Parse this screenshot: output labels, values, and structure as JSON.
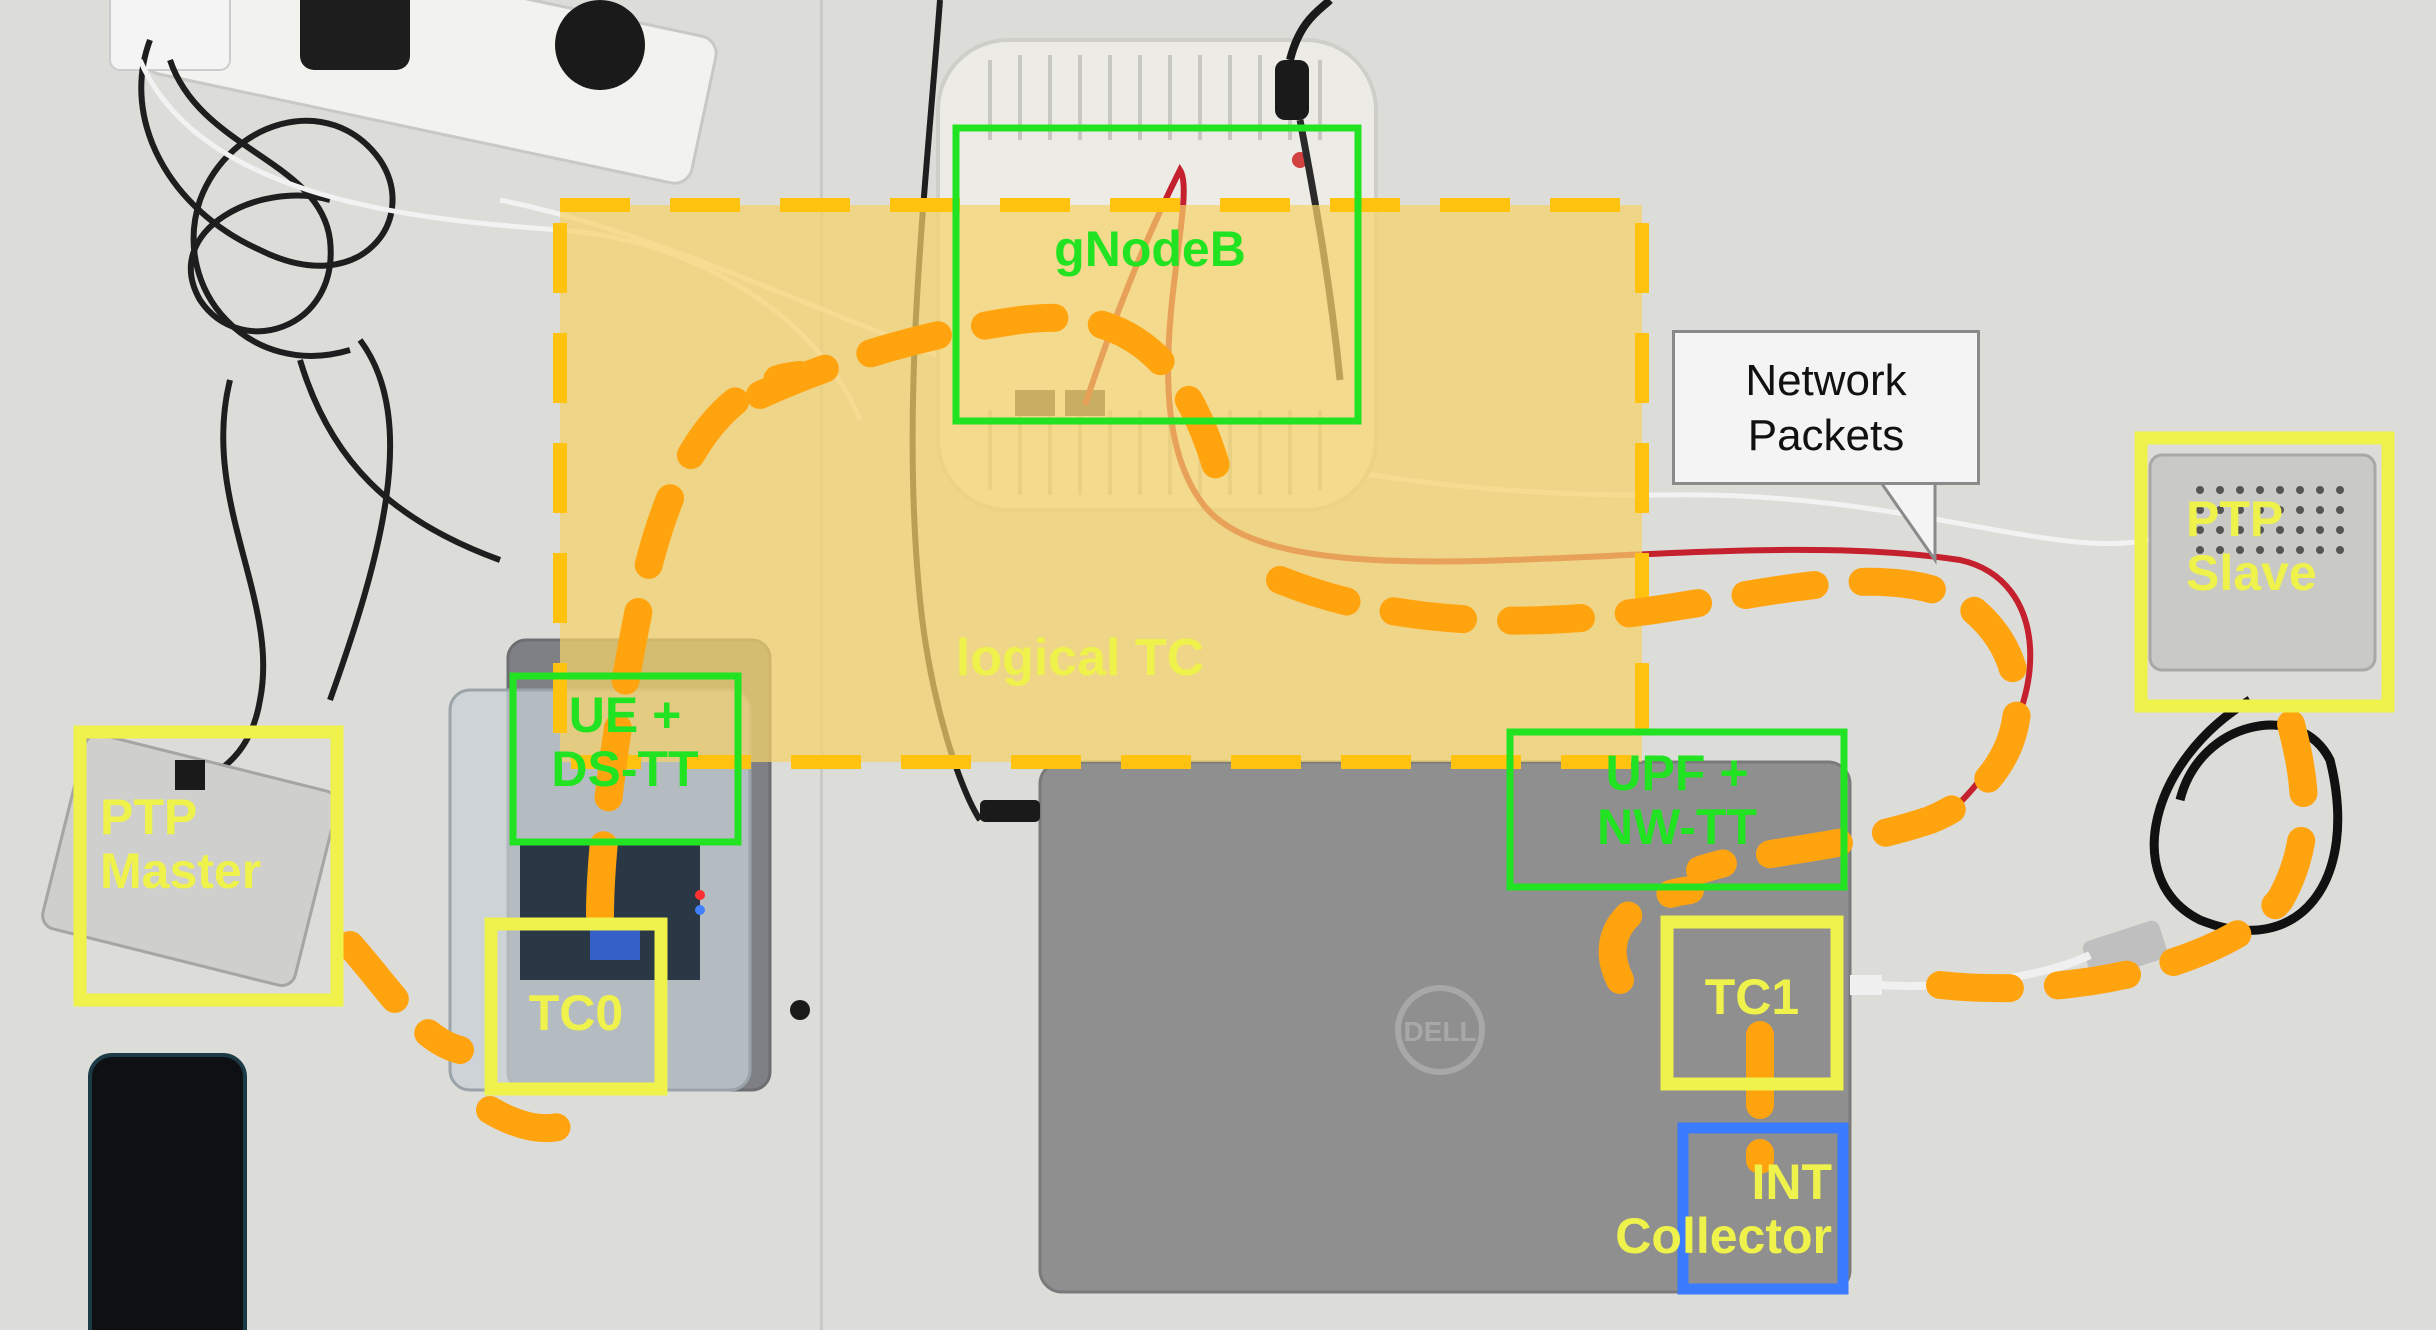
{
  "labels": {
    "gnodeb": "gNodeB",
    "logical_tc": "logical TC",
    "ue_ds_tt": [
      "UE +",
      "DS-TT"
    ],
    "upf_nw_tt": [
      "UPF +",
      "NW-TT"
    ],
    "ptp_master": [
      "PTP",
      "Master"
    ],
    "ptp_slave": [
      "PTP",
      "Slave"
    ],
    "tc0": "TC0",
    "tc1": "TC1",
    "int_collector": [
      "INT",
      "Collector"
    ],
    "network_packets": [
      "Network",
      "Packets"
    ],
    "laptop_logo": "DELL"
  },
  "colors": {
    "green_box": "#22e322",
    "yellow_box": "#eef24a",
    "blue_box": "#3b7bff",
    "orange_dash": "#ffa40f",
    "logical_tc_fill": "#f5d36a",
    "table": "#dcdcd8",
    "laptop": "#8f8f8f",
    "ethernet_cable": "#c4202d"
  }
}
